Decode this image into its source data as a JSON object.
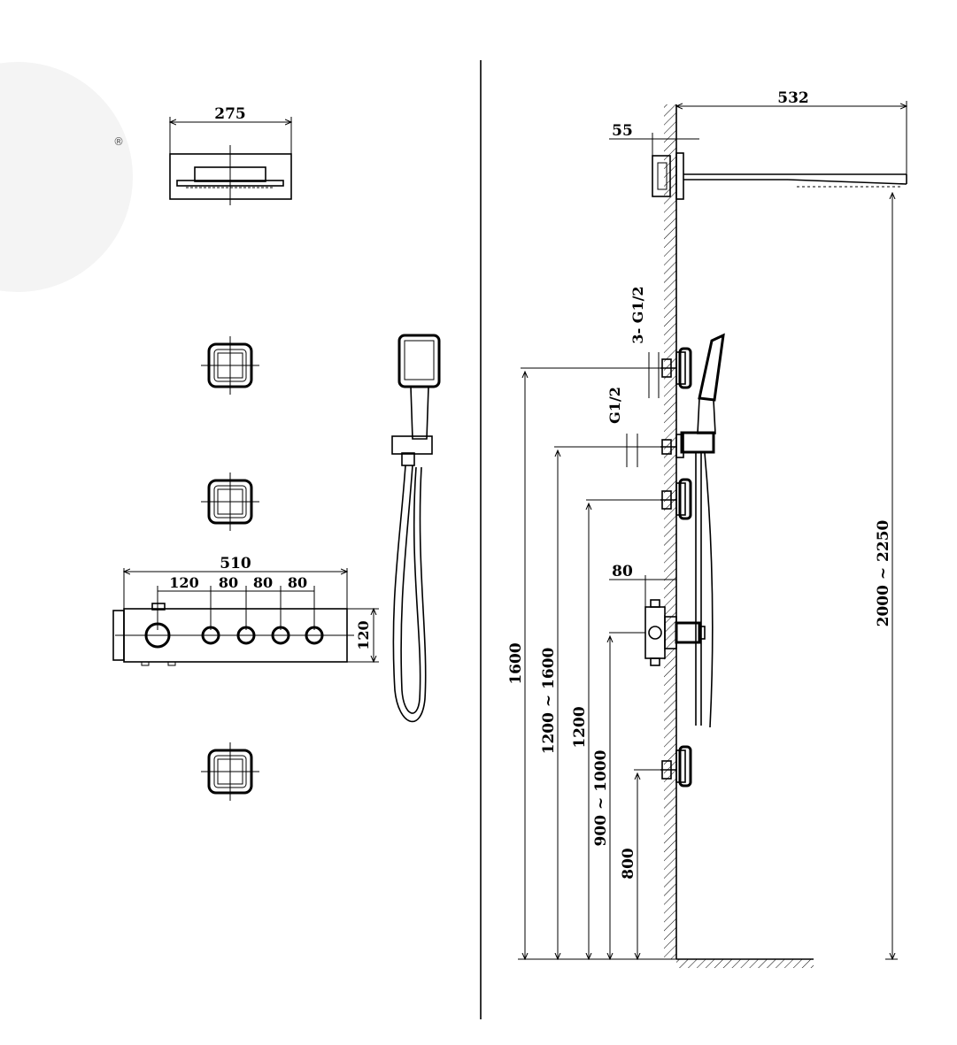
{
  "front_view": {
    "rain_shower_width": "275",
    "registered_mark": "®",
    "valve_width": "510",
    "valve_spacing": [
      "120",
      "80",
      "80",
      "80"
    ],
    "valve_height": "120"
  },
  "side_view": {
    "arm_length": "532",
    "wall_plate_depth": "55",
    "inlet_3": "3- G1/2",
    "inlet_1": "G1/2",
    "valve_depth": "80",
    "height_body_jet_top": "1600",
    "height_wall_outlet": "1200 ~ 1600",
    "height_body_jet_mid": "1200",
    "height_valve": "900 ~ 1000",
    "height_body_jet_low": "800",
    "height_rain_shower": "2000 ~ 2250"
  }
}
